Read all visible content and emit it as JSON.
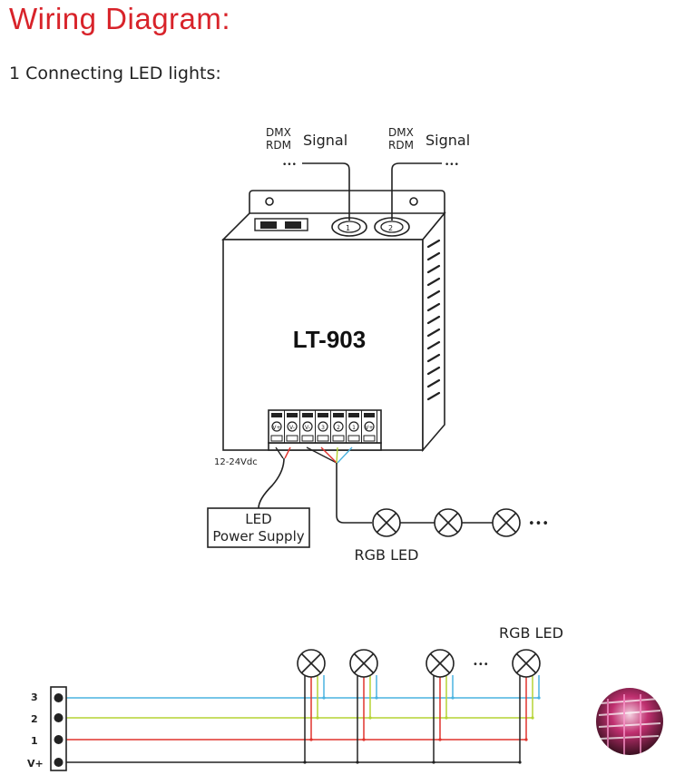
{
  "page": {
    "title": "Wiring Diagram:",
    "section_heading": "1 Connecting LED lights:"
  },
  "controller": {
    "model": "LT-903",
    "dmx_in": {
      "line1": "DMX",
      "line2": "RDM",
      "signal": "Signal",
      "dots": "•••"
    },
    "dmx_out": {
      "line1": "DMX",
      "line2": "RDM",
      "signal": "Signal",
      "dots": "•••"
    },
    "input_voltage": "12-24Vdc",
    "port_labels": [
      "V+",
      "V-",
      "V-",
      "3",
      "2",
      "1",
      "V+"
    ]
  },
  "power_supply": {
    "line1": "LED",
    "line2": "Power Supply"
  },
  "rgb_led_top": {
    "label": "RGB LED",
    "dots": "•••"
  },
  "rgb_led_bottom": {
    "label": "RGB LED",
    "dots": "•••",
    "terminal_labels": [
      "3",
      "2",
      "1",
      "V+"
    ]
  },
  "colors": {
    "title_red": "#d8232a",
    "wire_blue": "#4ab3e0",
    "wire_green": "#b5d334",
    "wire_red": "#e0332d",
    "wire_black": "#222222"
  }
}
